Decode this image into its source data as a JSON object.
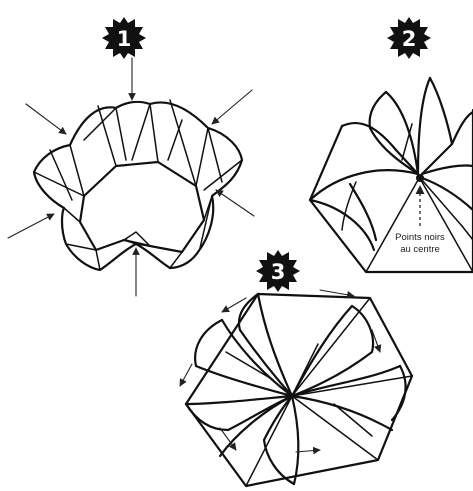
{
  "steps": [
    {
      "number": "1"
    },
    {
      "number": "2"
    },
    {
      "number": "3"
    }
  ],
  "annotation": {
    "line1": "Points noirs",
    "line2": "au centre"
  },
  "colors": {
    "ink": "#111111",
    "badge": "#111111",
    "badge_text": "#ffffff",
    "background": "#ffffff"
  }
}
